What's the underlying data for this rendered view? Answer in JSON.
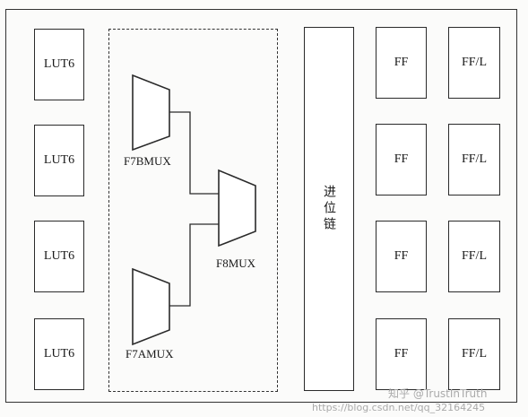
{
  "luts": [
    "LUT6",
    "LUT6",
    "LUT6",
    "LUT6"
  ],
  "ff_left": [
    "FF",
    "FF",
    "FF",
    "FF"
  ],
  "ff_right": [
    "FF/L",
    "FF/L",
    "FF/L",
    "FF/L"
  ],
  "mux": {
    "f7b": "F7BMUX",
    "f7a": "F7AMUX",
    "f8": "F8MUX"
  },
  "carry_chain": "进位链",
  "watermark": {
    "line1": "知乎 @TrustInTruth",
    "line2": "https://blog.csdn.net/qq_32164245"
  }
}
